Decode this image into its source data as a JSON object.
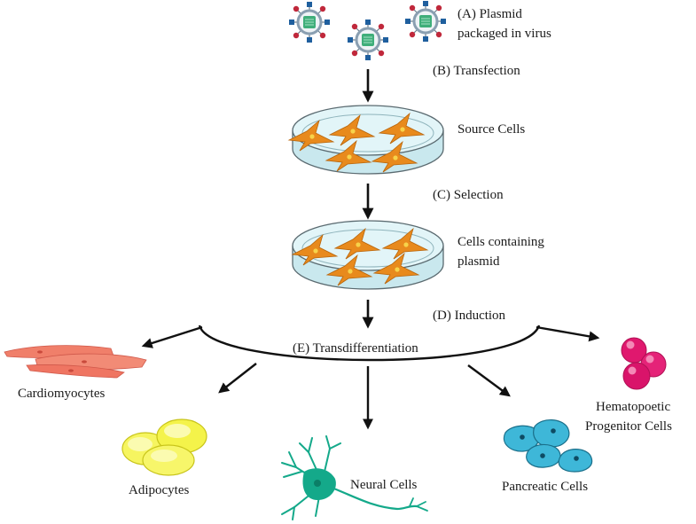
{
  "steps": {
    "a_line1": "(A) Plasmid",
    "a_line2": "packaged  in virus",
    "b": "(B) Transfection",
    "c": "(C) Selection",
    "d": "(D) Induction",
    "e": "(E) Transdifferentiation"
  },
  "dishes": {
    "source": "Source  Cells",
    "selected_line1": "Cells containing",
    "selected_line2": "plasmid"
  },
  "outcomes": {
    "cardio": "Cardiomyocytes",
    "adipo": "Adipocytes",
    "neural": "Neural Cells",
    "pancreatic": "Pancreatic  Cells",
    "hema_line1": "Hematopoetic",
    "hema_line2": "Progenitor  Cells"
  },
  "colors": {
    "virus_capsid": "#8a9fb1",
    "virus_plasmid": "#3fae7a",
    "spike_red": "#c0283b",
    "spike_blue": "#1f5f9e",
    "dish_fill": "#d8f2f7",
    "cell_orange": "#e88a1d",
    "cardio": "#f07f6a",
    "adipo": "#f4f34a",
    "neural": "#14a98a",
    "pancreatic": "#3eb7d8",
    "hema": "#e0186e"
  }
}
